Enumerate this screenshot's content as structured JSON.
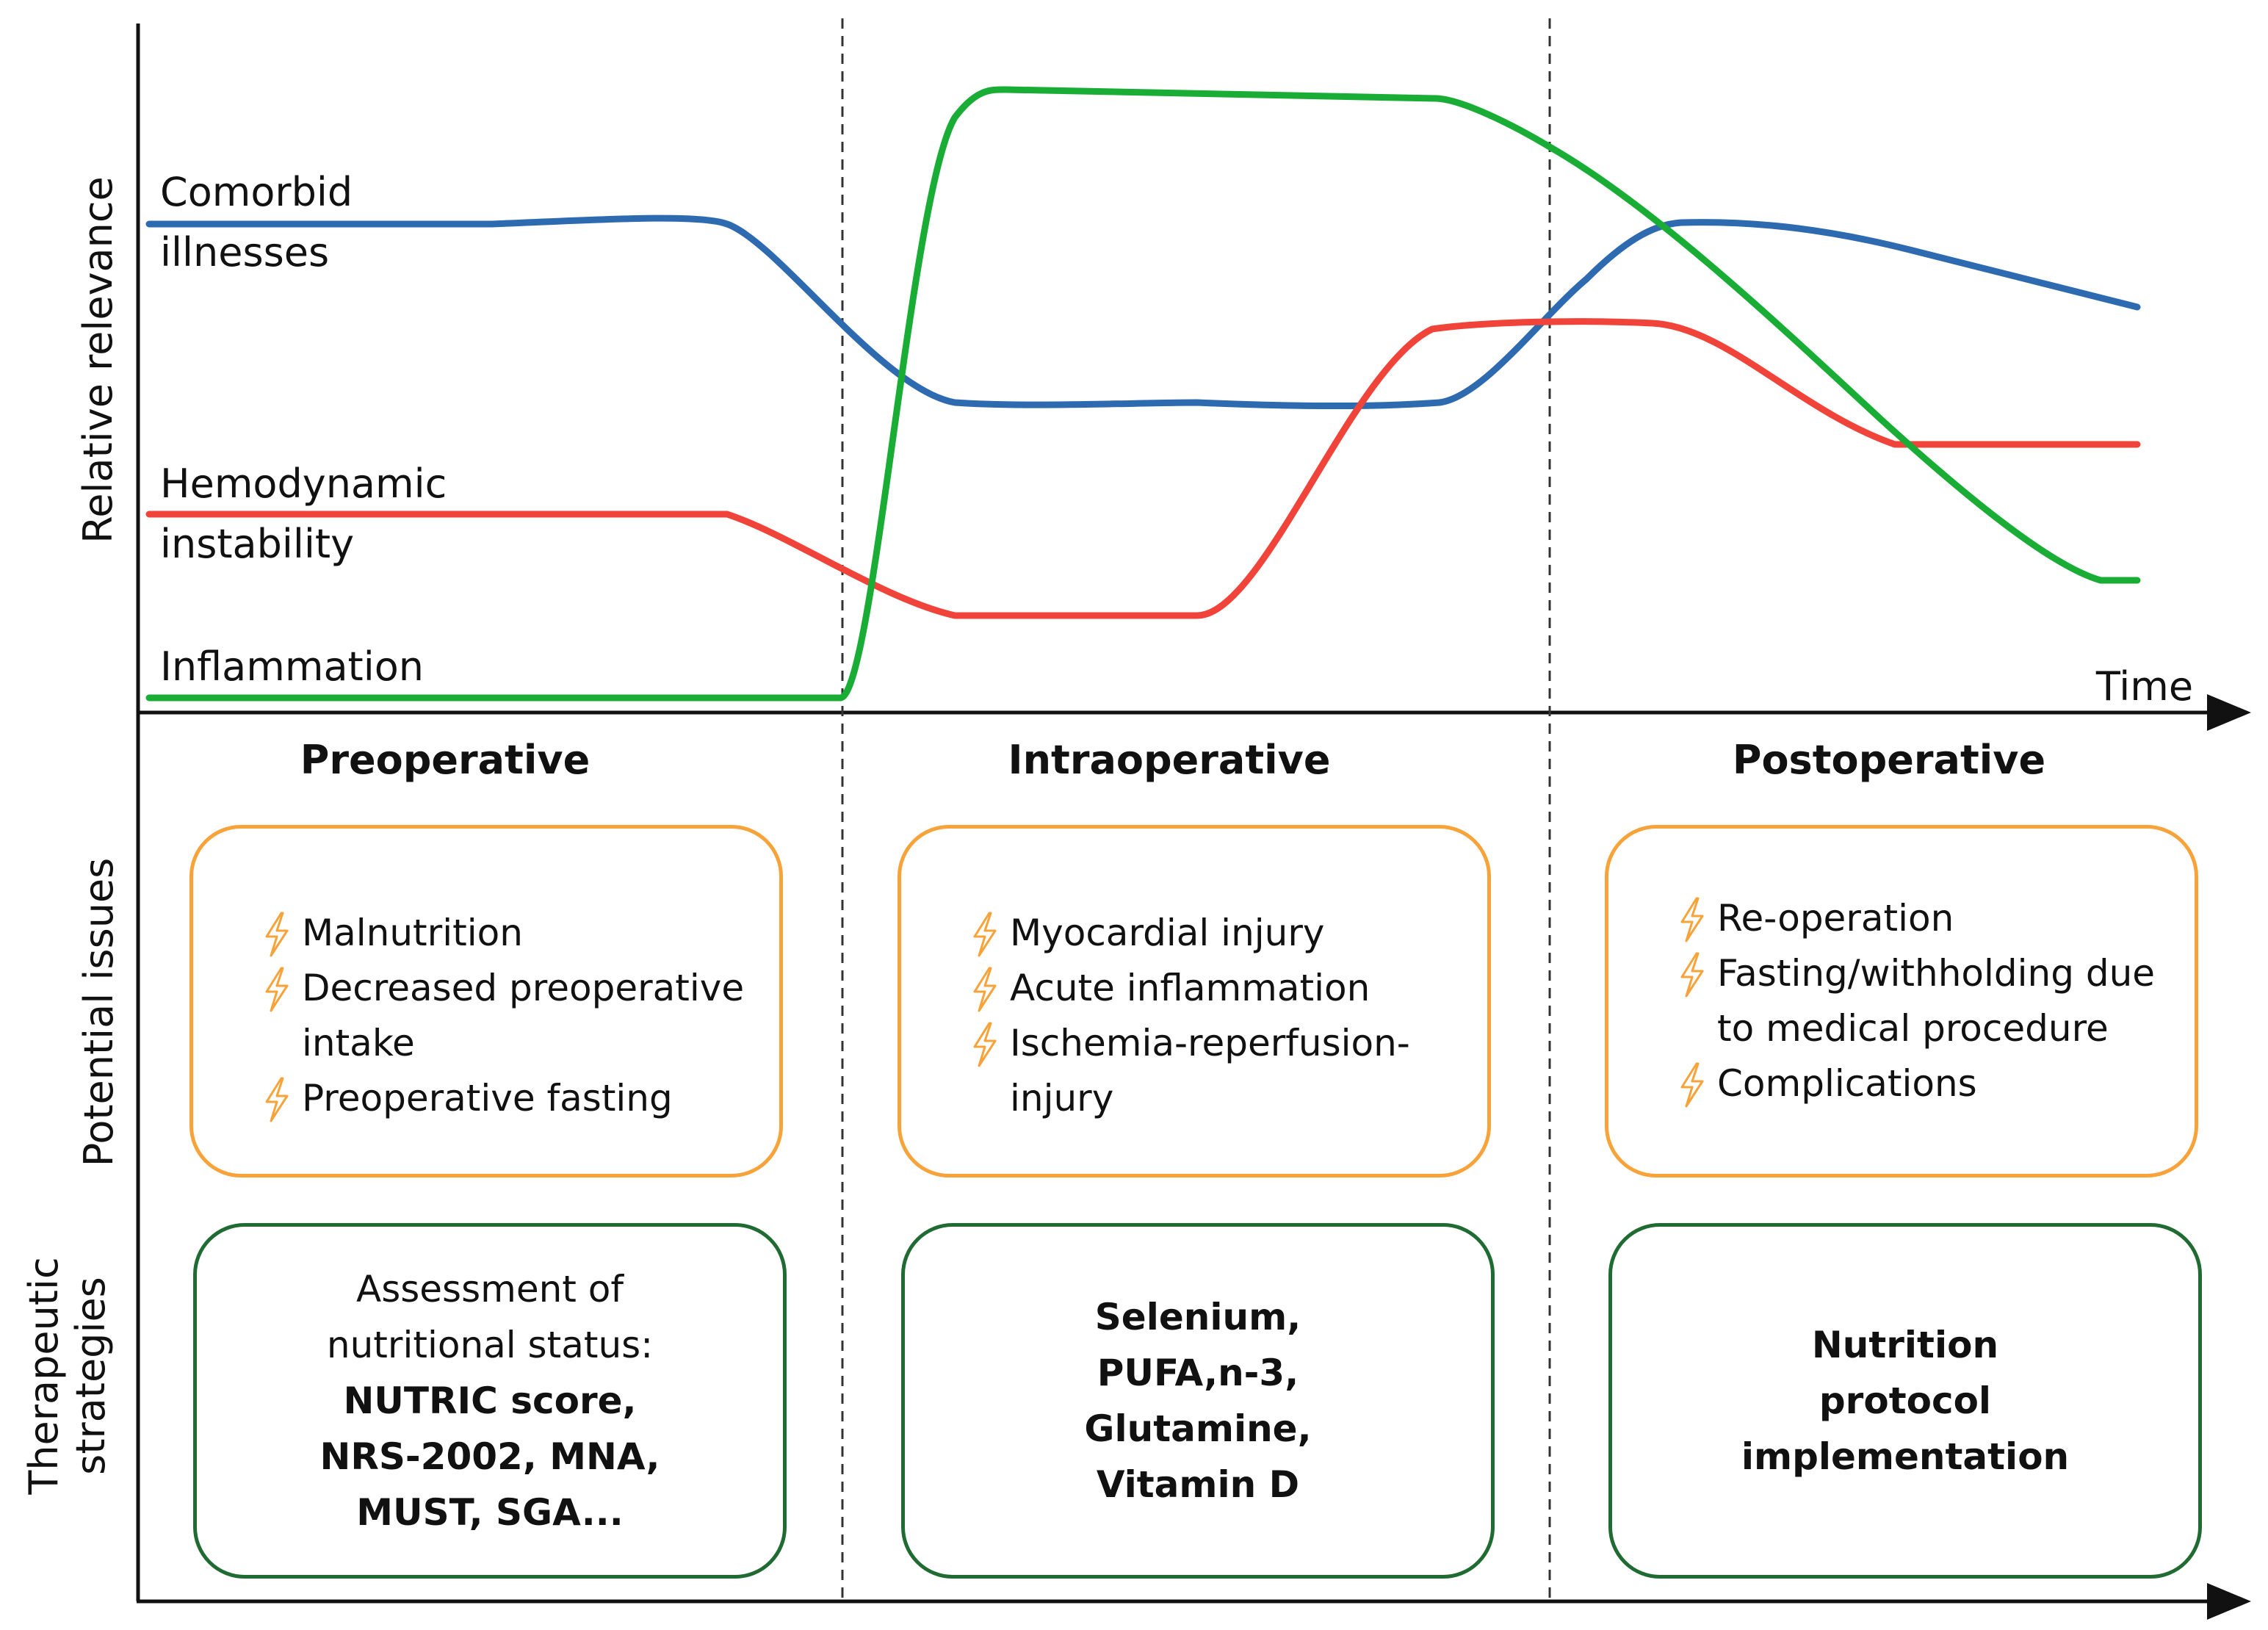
{
  "chart_data": {
    "type": "line",
    "title": "",
    "xlabel": "Time",
    "ylabel": "Relative relevance",
    "series": [
      {
        "name": "Comorbid illnesses",
        "color": "#2e6ab0",
        "label": [
          "Comorbid",
          "illnesses"
        ]
      },
      {
        "name": "Hemodynamic instability",
        "color": "#f0443a",
        "label": [
          "Hemodynamic",
          "instability"
        ]
      },
      {
        "name": "Inflammation",
        "color": "#1aad36",
        "label": [
          "Inflammation"
        ]
      }
    ]
  },
  "phases": [
    {
      "title": "Preoperative"
    },
    {
      "title": "Intraoperative"
    },
    {
      "title": "Postoperative"
    }
  ],
  "row_labels": {
    "issues": "Potential issues",
    "strategies": [
      "Therapeutic",
      "strategies"
    ]
  },
  "issues": [
    {
      "items": [
        "Malnutrition",
        "Decreased preoperative intake",
        "Preoperative fasting"
      ]
    },
    {
      "items": [
        "Myocardial injury",
        "Acute inflammation",
        "Ischemia-reperfusion-injury"
      ]
    },
    {
      "items": [
        "Re-operation",
        "Fasting/withholding due to medical procedure",
        "Complications"
      ]
    }
  ],
  "strategies": [
    {
      "lines": [
        "Assessment of",
        "nutritional status:",
        "NUTRIC score,",
        "NRS-2002, MNA,",
        "MUST, SGA..."
      ]
    },
    {
      "lines": [
        "Selenium,",
        "PUFA,n-3,",
        "Glutamine,",
        "Vitamin D"
      ]
    },
    {
      "lines": [
        "Nutrition",
        "protocol",
        "implementation"
      ]
    }
  ],
  "colors": {
    "issue_border": "#f7a33a",
    "strategy_border": "#1f6b32",
    "bolt": "#f7a33a"
  },
  "icons": {
    "issue_bullet": "lightning-bolt-icon"
  }
}
